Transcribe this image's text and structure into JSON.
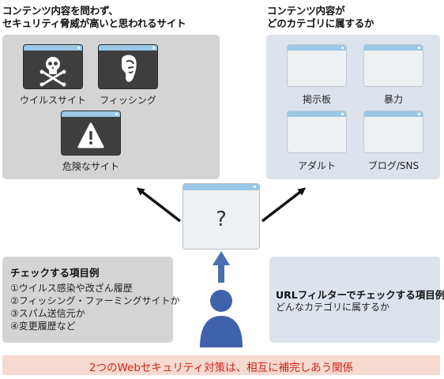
{
  "left_heading": [
    "コンテンツ内容を問わず、",
    "セキュリティ脅威が高いと思われるサイト"
  ],
  "right_heading": [
    "コンテンツ内容が",
    "どのカテゴリに属するか"
  ],
  "threat_sites": [
    {
      "label": "ウイルスサイト",
      "icon": "skull-crossbones-icon"
    },
    {
      "label": "フィッシング",
      "icon": "hooded-face-icon"
    },
    {
      "label": "危険なサイト",
      "icon": "warning-icon"
    }
  ],
  "categories": [
    "掲示板",
    "暴力",
    "アダルト",
    "ブログ/SNS"
  ],
  "center_symbol": "?",
  "user_icon": "person-icon",
  "bottom_left": {
    "title": "チェックする項目例",
    "items": [
      "①ウイルス感染や改ざん履歴",
      "②フィッシング・ファーミングサイトか",
      "③スパム送信元か",
      "④変更履歴など"
    ]
  },
  "bottom_right": {
    "title": "URLフィルターでチェックする項目例",
    "subtitle": "どんなカテゴリに属するか"
  },
  "banner": "2つのWebセキュリティ対策は、相互に補完しあう関係",
  "colors": {
    "threat_panel": "#d4d4d4",
    "category_panel": "#dde3ec",
    "window_titlebar": "#9ac8e6",
    "arrow_up": "#4a6fb0",
    "arrow_diag": "#111111",
    "banner_bg": "#f6d9cf",
    "banner_text": "#d0261d",
    "user": "#3f62aa"
  }
}
